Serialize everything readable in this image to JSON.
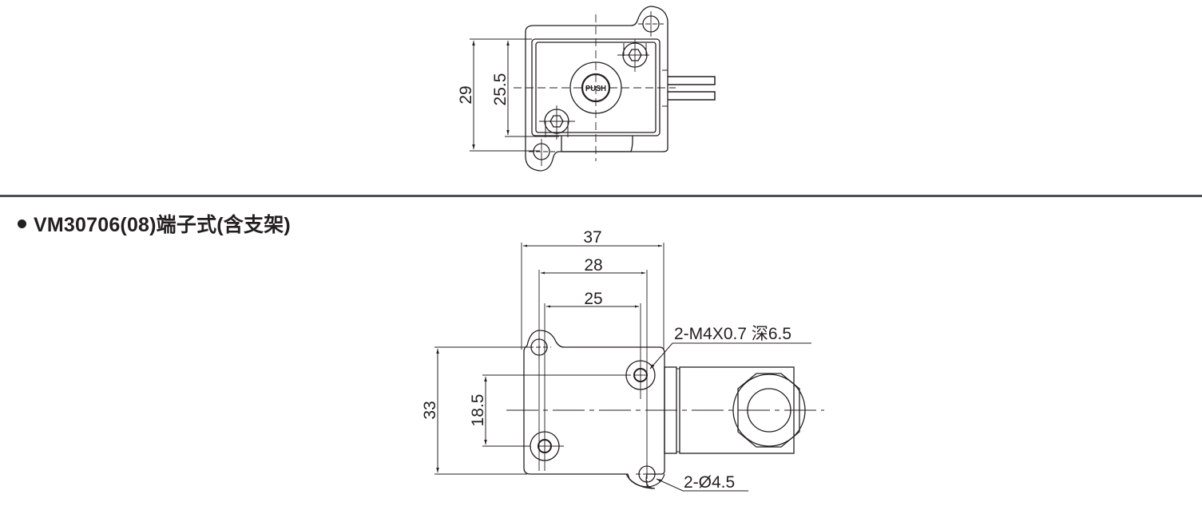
{
  "top_drawing": {
    "dimensions": {
      "height_outer": "29",
      "height_inner": "25.5"
    },
    "button_label": "PUSH"
  },
  "section": {
    "bullet": "•",
    "title": "VM30706(08)端子式(含支架)"
  },
  "bottom_drawing": {
    "dimensions": {
      "width_overall": "37",
      "width_mid": "28",
      "width_inner": "25",
      "height_overall": "33",
      "height_holes": "18.5"
    },
    "callouts": {
      "thread": "2-M4X0.7 深6.5",
      "hole": "2-Ø4.5"
    }
  },
  "colors": {
    "line": "#231f20",
    "divider": "#4a5157",
    "background": "#ffffff"
  }
}
